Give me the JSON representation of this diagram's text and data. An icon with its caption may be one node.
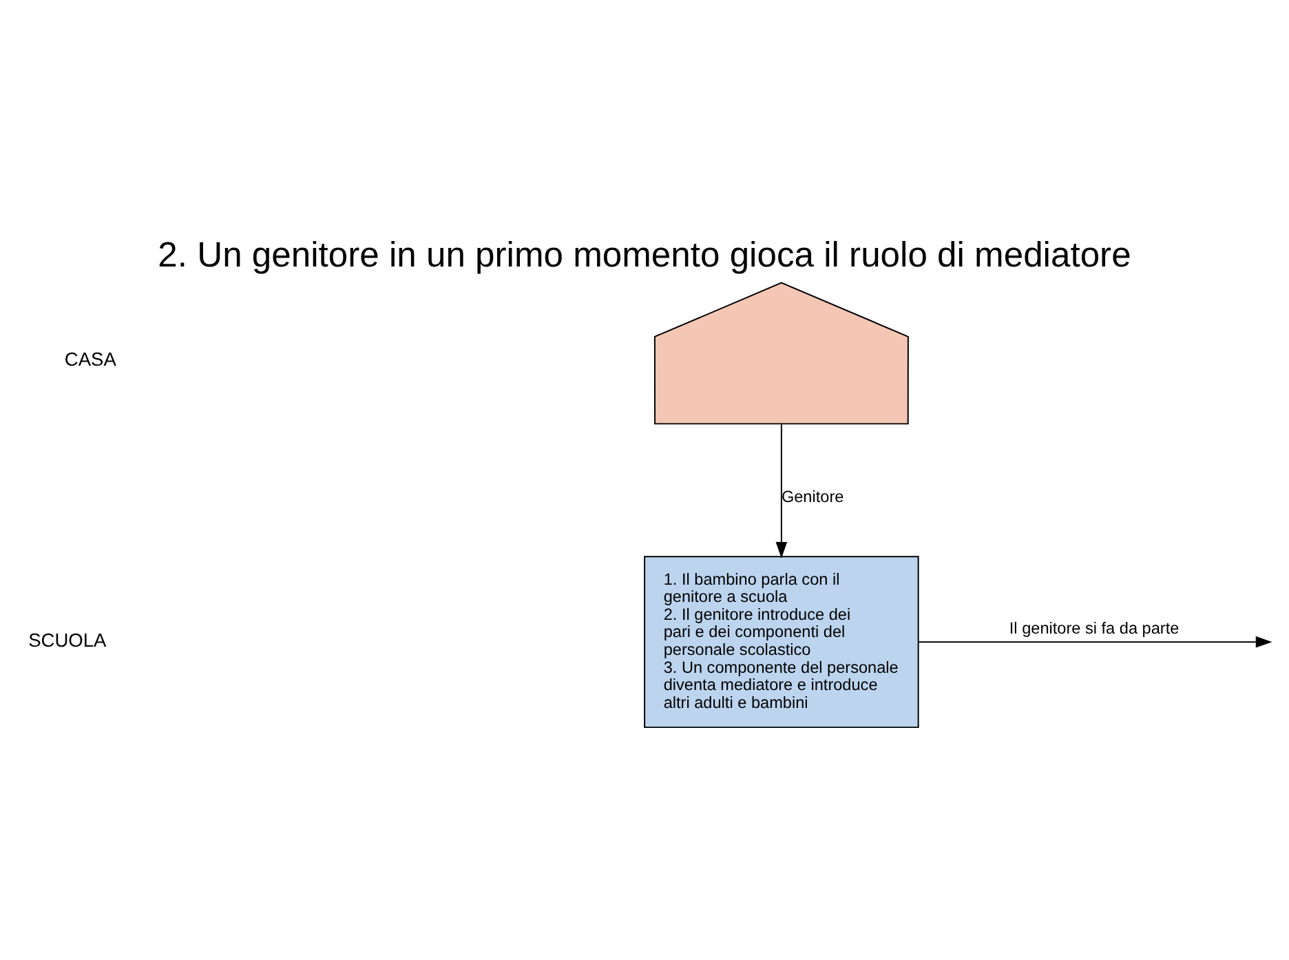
{
  "diagram": {
    "title": "2. Un genitore in un primo momento gioca il ruolo di mediatore",
    "nodes": [
      {
        "text": [],
        "shape": "house"
      },
      {
        "text": [
          "1. Il bambino parla con il genitore a scuola",
          "2. Il genitore introduce dei pari e dei componenti del personale scolastico",
          "3. Un componente del personale diventa mediatore e introduce altri adulti e bambini"
        ]
      }
    ],
    "edges": [
      {
        "from": 0,
        "to": 1,
        "arrow": "to",
        "label": "Genitore"
      },
      {
        "from": 1,
        "to": null,
        "arrow": "to",
        "label": "Il genitore si fa da parte"
      }
    ],
    "labels": [
      "CASA",
      "SCUOLA"
    ]
  }
}
